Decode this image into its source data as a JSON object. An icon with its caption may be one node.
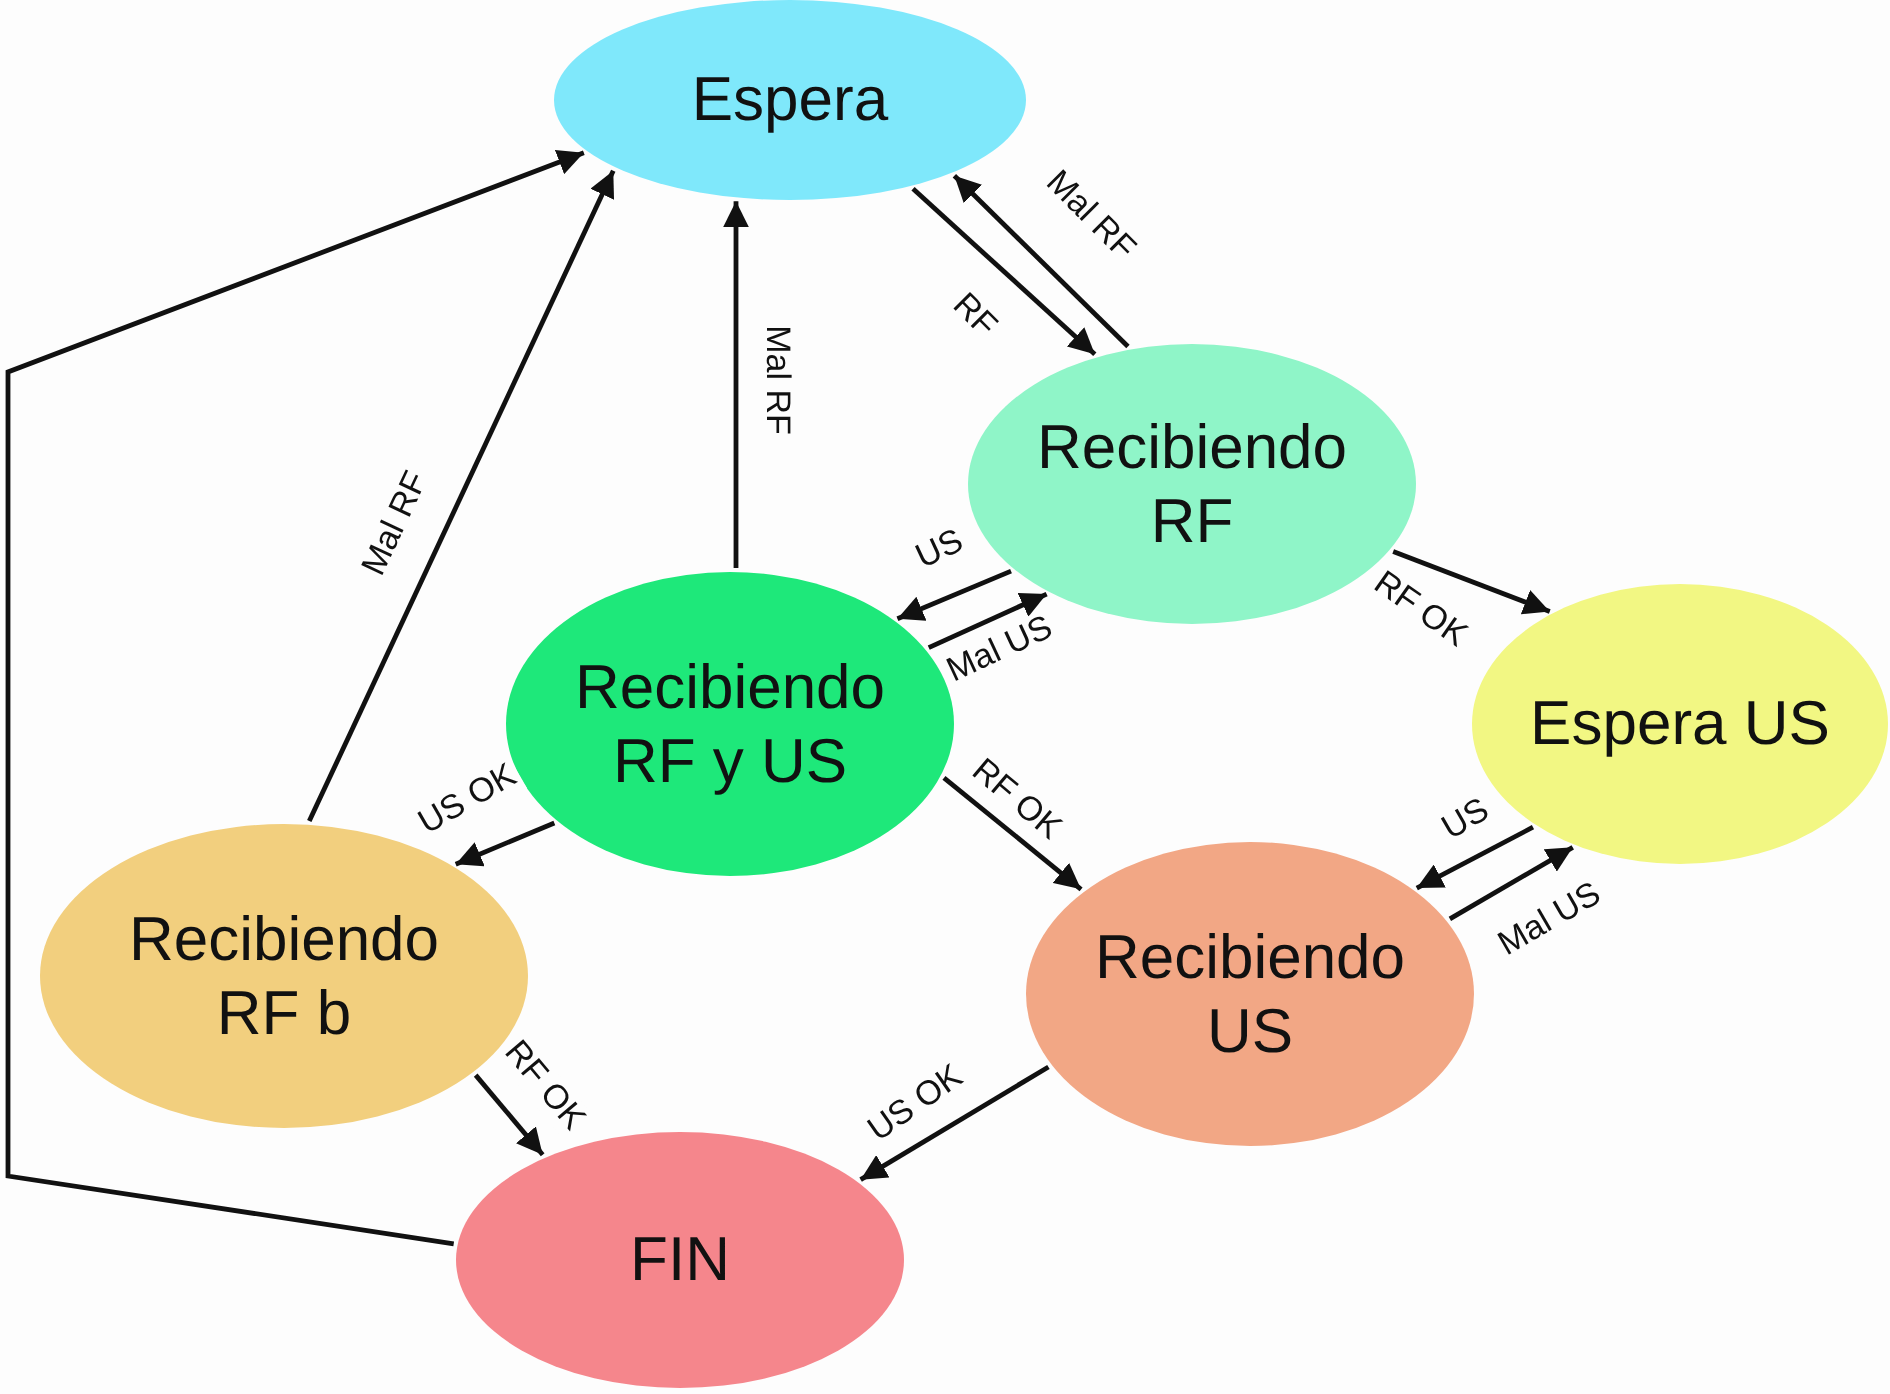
{
  "diagram": {
    "nodes": [
      {
        "text": [
          "Espera"
        ]
      },
      {
        "text": [
          "Recibiendo RF"
        ]
      },
      {
        "text": [
          "Recibiendo RF y US"
        ]
      },
      {
        "text": [
          "Espera US"
        ]
      },
      {
        "text": [
          "Recibiendo RF b"
        ]
      },
      {
        "text": [
          "Recibiendo US"
        ]
      },
      {
        "text": [
          "FIN"
        ]
      }
    ],
    "edges": [
      {
        "from": 0,
        "to": 1,
        "arrow": "to",
        "label": "RF"
      },
      {
        "from": 1,
        "to": 0,
        "arrow": "to",
        "label": "Mal RF"
      },
      {
        "from": 2,
        "to": 0,
        "arrow": "to",
        "label": "Mal RF"
      },
      {
        "from": 4,
        "to": 0,
        "arrow": "to",
        "label": "Mal RF"
      },
      {
        "from": 6,
        "to": 0,
        "arrow": "to"
      },
      {
        "from": 1,
        "to": 2,
        "arrow": "to",
        "label": "US"
      },
      {
        "from": 2,
        "to": 1,
        "arrow": "to",
        "label": "Mal US"
      },
      {
        "from": 1,
        "to": 3,
        "arrow": "to",
        "label": "RF OK"
      },
      {
        "from": 2,
        "to": 4,
        "arrow": "to",
        "label": "US OK"
      },
      {
        "from": 2,
        "to": 5,
        "arrow": "to",
        "label": "RF OK"
      },
      {
        "from": 3,
        "to": 5,
        "arrow": "to",
        "label": "US"
      },
      {
        "from": 5,
        "to": 3,
        "arrow": "to",
        "label": "Mal US"
      },
      {
        "from": 4,
        "to": 6,
        "arrow": "to",
        "label": "RF OK"
      },
      {
        "from": 5,
        "to": 6,
        "arrow": "to",
        "label": "US OK"
      }
    ]
  }
}
